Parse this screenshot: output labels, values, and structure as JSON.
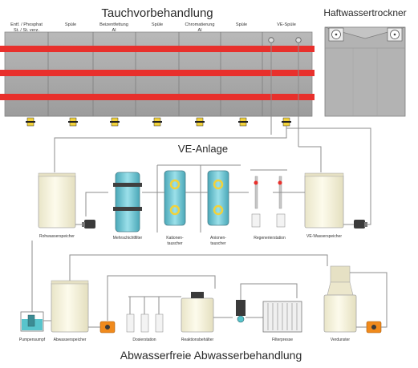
{
  "titles": {
    "pretreatment": "Tauchvorbehandlung",
    "dryer": "Haftwassertrockner",
    "ve_plant": "VE-Anlage",
    "wastewater": "Abwasserfreie Abwasserbehandlung"
  },
  "tanks": [
    {
      "line1": "Entf. / Phosphat",
      "line2": "St. / St. verz."
    },
    {
      "line1": "Spüle",
      "line2": ""
    },
    {
      "line1": "Beizentfettung",
      "line2": "Al"
    },
    {
      "line1": "Spüle",
      "line2": ""
    },
    {
      "line1": "Chromatierung",
      "line2": "Al"
    },
    {
      "line1": "Spüle",
      "line2": ""
    },
    {
      "line1": "VE-Spüle",
      "line2": ""
    }
  ],
  "equipment": {
    "rohwasser": "Rohwasserspeicher",
    "mehrschicht": "Mehrschichtfilter",
    "kationen_1": "Kationen-",
    "kationen_2": "tauscher",
    "anionen_1": "Anionen-",
    "anionen_2": "tauscher",
    "regenerier": "Regenerierstation",
    "vewasser": "VE-Wasserspeicher",
    "pumpensumpf": "Pumpensumpf",
    "abwasserspeicher": "Abwasserspeicher",
    "dosierstation": "Dosierstation",
    "reaktion": "Reaktionsbehälter",
    "filterpresse": "Filterpresse",
    "verdunster": "Verdunster"
  },
  "colors": {
    "band": "#e8302c",
    "tank_wall": "#a7a7a7",
    "tank_fill": "#fbf7e0",
    "pipe": "#8c8c8c",
    "pump": "#f08a1c",
    "column": "#6fc6d4",
    "yellow_ring": "#f2d23a",
    "sump_water": "#58c4cc"
  }
}
